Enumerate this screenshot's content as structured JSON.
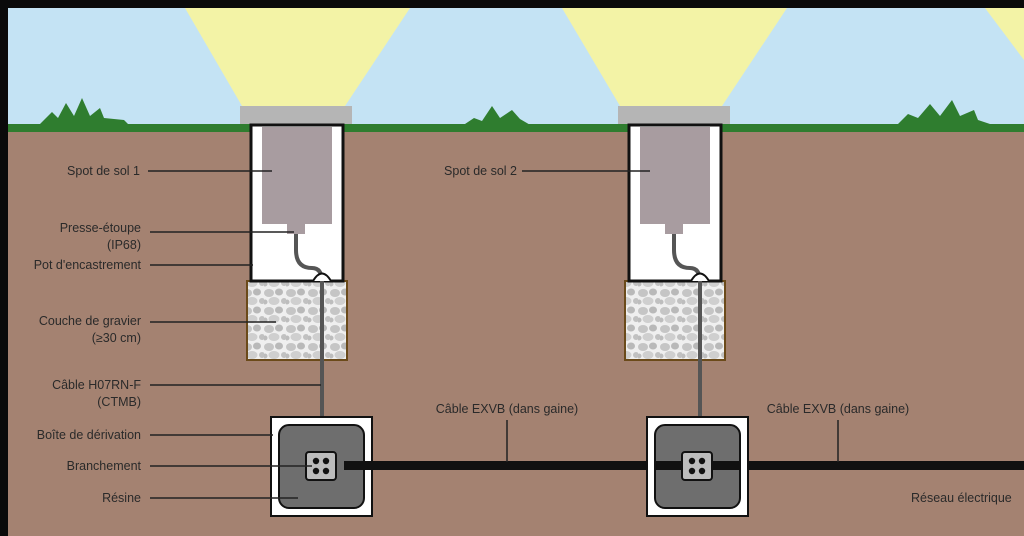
{
  "labels": {
    "spot1": "Spot de sol 1",
    "spot2": "Spot de sol 2",
    "presse_etoupe": "Presse-étoupe",
    "presse_etoupe_sub": "(IP68)",
    "pot": "Pot d'encastrement",
    "gravier": "Couche de gravier",
    "gravier_sub": "(≥30 cm)",
    "cable_h07": "Câble H07RN-F",
    "cable_h07_sub": "(CTMB)",
    "boite": "Boîte de dérivation",
    "branchement": "Branchement",
    "resine": "Résine",
    "exvb1": "Câble EXVB (dans gaine)",
    "exvb2": "Câble EXVB (dans gaine)",
    "reseau": "Réseau électrique"
  },
  "colors": {
    "sky": "#c4e3f4",
    "soil": "#a48271",
    "grass": "#2f7d2f",
    "light_beam": "#f3f3a6",
    "cap": "#b5b5b5",
    "spot_body": "#a89ca0",
    "cable": "#555555",
    "gravel": "#c8c8c8",
    "box_inner": "#6e6e6e",
    "conduit": "#111111"
  }
}
